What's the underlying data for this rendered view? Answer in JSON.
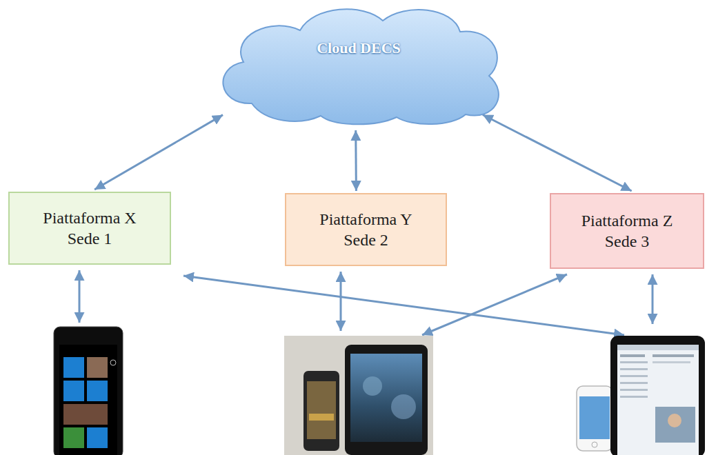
{
  "diagram": {
    "nodes": [
      {
        "text": [
          "Cloud DECS"
        ]
      },
      {
        "text": [
          "Piattaforma X Sede 1"
        ]
      },
      {
        "text": [
          "Piattaforma Y Sede 2"
        ]
      },
      {
        "text": [
          "Piattaforma Z Sede 3"
        ]
      }
    ],
    "edges": [
      {
        "from": 0,
        "to": 1,
        "arrow": "both"
      },
      {
        "from": 0,
        "to": 2,
        "arrow": "both"
      },
      {
        "from": 0,
        "to": 3,
        "arrow": "both"
      }
    ]
  }
}
